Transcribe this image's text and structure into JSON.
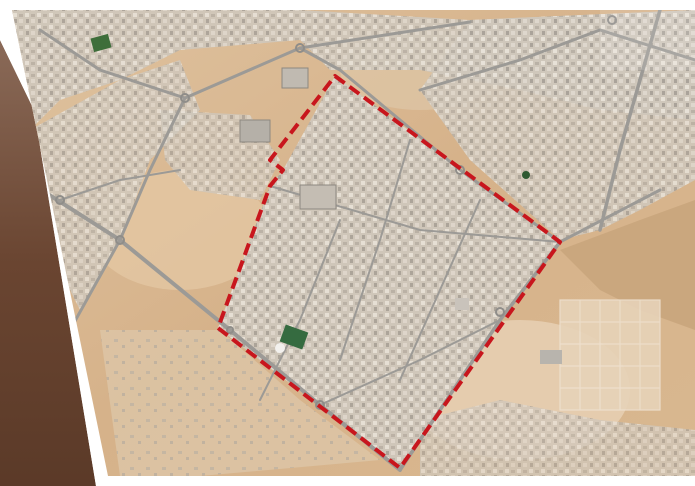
{
  "map": {
    "type": "satellite",
    "colors": {
      "desert": "#d8b48c",
      "desert_light": "#e6cfb0",
      "urban": "#cfc7bd",
      "road": "#9b9a99",
      "vegetation": "#3f6b3f",
      "boundary": "#c8161d",
      "frame_brown": "#6d4a36",
      "frame_white": "#ffffff"
    },
    "overlay": {
      "type": "polygon",
      "style": "dashed",
      "color": "#c8161d"
    }
  }
}
